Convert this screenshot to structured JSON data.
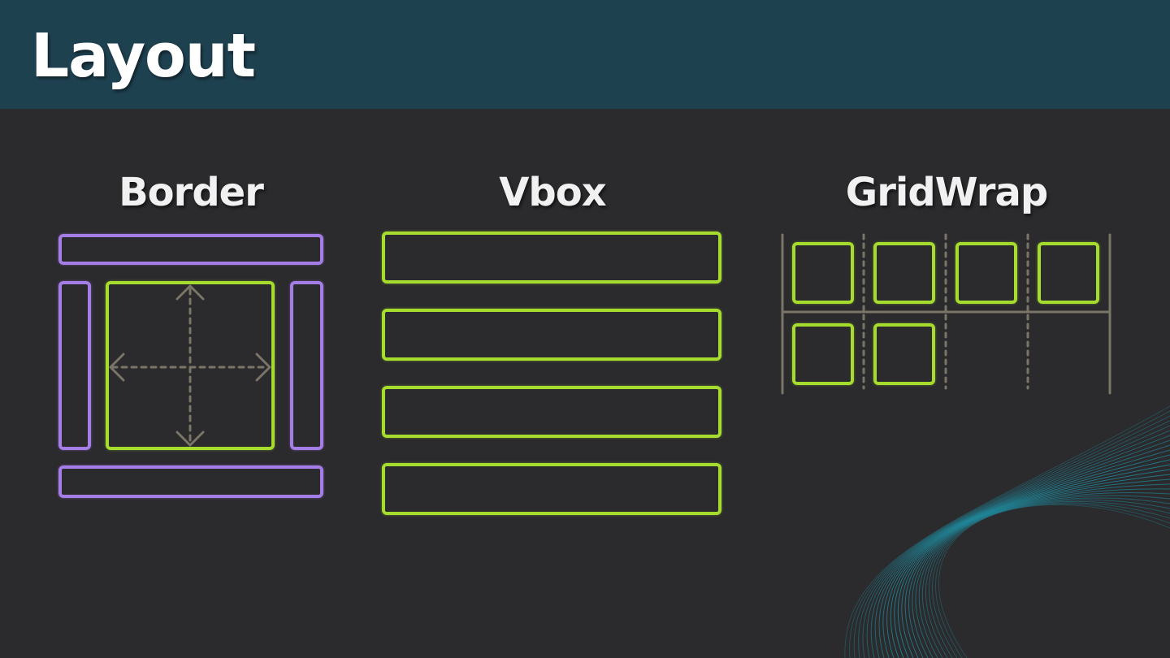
{
  "slide": {
    "title": "Layout"
  },
  "sections": {
    "border": {
      "title": "Border"
    },
    "vbox": {
      "title": "Vbox"
    },
    "gridwrap": {
      "title": "GridWrap"
    }
  },
  "colors": {
    "header_bg": "#1e4150",
    "background": "#2b2a2d",
    "purple_outline": "#a57de6",
    "green_outline": "#a5dc2d",
    "guide_lines": "#7a7566",
    "wave_teal": "#1f8fa3"
  },
  "icons": {
    "expand_arrows": "four-way-arrow-icon"
  }
}
